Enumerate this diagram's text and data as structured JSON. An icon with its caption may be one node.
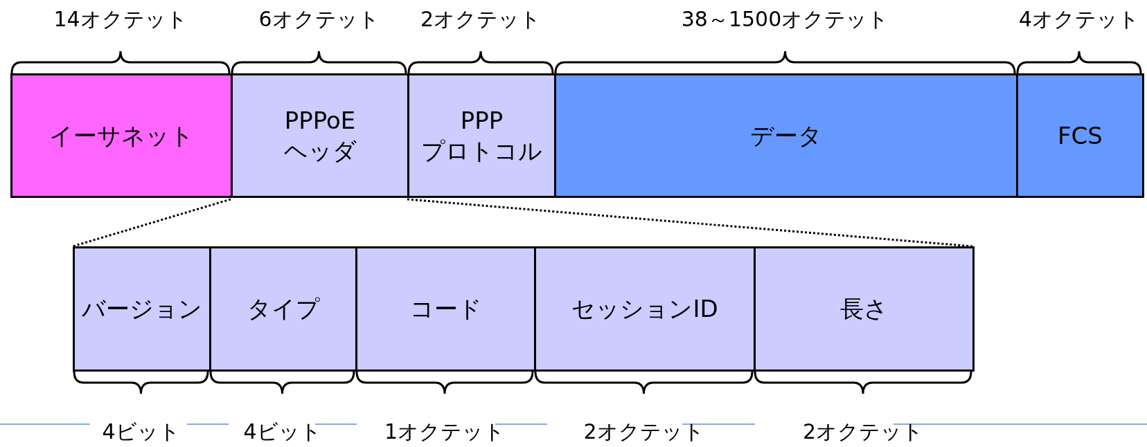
{
  "diagram": {
    "nodes": [
      {
        "text": [
          "イーサネット"
        ],
        "beside": [
          "14オクテット"
        ]
      },
      {
        "text": [
          "PPPoE ヘッダ"
        ],
        "beside": [
          "6オクテット"
        ]
      },
      {
        "text": [
          "PPP プロトコル"
        ],
        "beside": [
          "2オクテット"
        ]
      },
      {
        "text": [
          "データ"
        ],
        "beside": [
          "38～1500オクテット"
        ]
      },
      {
        "text": [
          "FCS"
        ],
        "beside": [
          "4オクテット"
        ]
      },
      {
        "text": [
          "バージョン"
        ],
        "beside": [
          "4ビット"
        ]
      },
      {
        "text": [
          "タイプ"
        ],
        "beside": [
          "4ビット"
        ]
      },
      {
        "text": [
          "コード"
        ],
        "beside": [
          "1オクテット"
        ]
      },
      {
        "text": [
          "セッションID"
        ],
        "beside": [
          "2オクテット"
        ]
      },
      {
        "text": [
          "長さ"
        ],
        "beside": [
          "2オクテット"
        ]
      }
    ],
    "edges": [
      {
        "from": 1,
        "to": 5,
        "arrow": "none",
        "style": "dashed"
      },
      {
        "from": 2,
        "to": 9,
        "arrow": "none",
        "style": "dashed"
      }
    ]
  }
}
